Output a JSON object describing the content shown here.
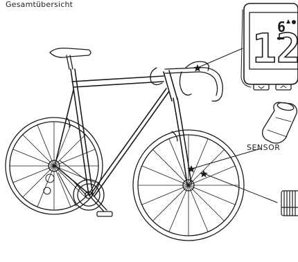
{
  "title": "Gesamtübersicht",
  "display": {
    "main_digits": "12",
    "small_digit": "6"
  },
  "labels": {
    "sensor": "SENSOR"
  },
  "icons": {
    "bicycle": "bicycle-illustration",
    "computer": "bike-computer-icon",
    "sensor": "sensor-icon",
    "magnet": "spoke-magnet-icon",
    "star": "star-marker-icon"
  },
  "colors": {
    "line": "#1a1a1a",
    "background": "#ffffff"
  }
}
